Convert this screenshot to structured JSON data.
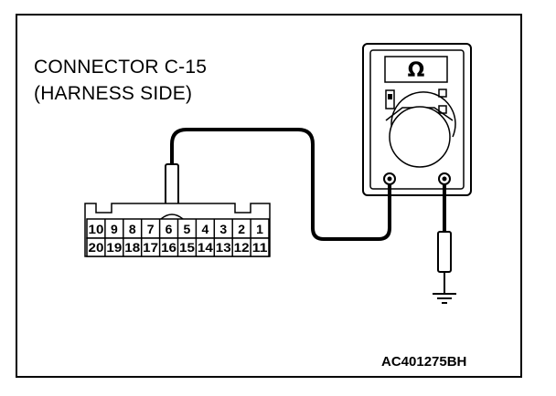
{
  "title": {
    "line1": "CONNECTOR C-15",
    "line2": "(HARNESS SIDE)"
  },
  "meter": {
    "symbol": "Ω",
    "icon": "ohmmeter-icon"
  },
  "connector": {
    "top_row": [
      "10",
      "9",
      "8",
      "7",
      "6",
      "5",
      "4",
      "3",
      "2",
      "1"
    ],
    "bottom_row": [
      "20",
      "19",
      "18",
      "17",
      "16",
      "15",
      "14",
      "13",
      "12",
      "11"
    ],
    "probed_pin": "6"
  },
  "figure_code": "AC401275BH"
}
